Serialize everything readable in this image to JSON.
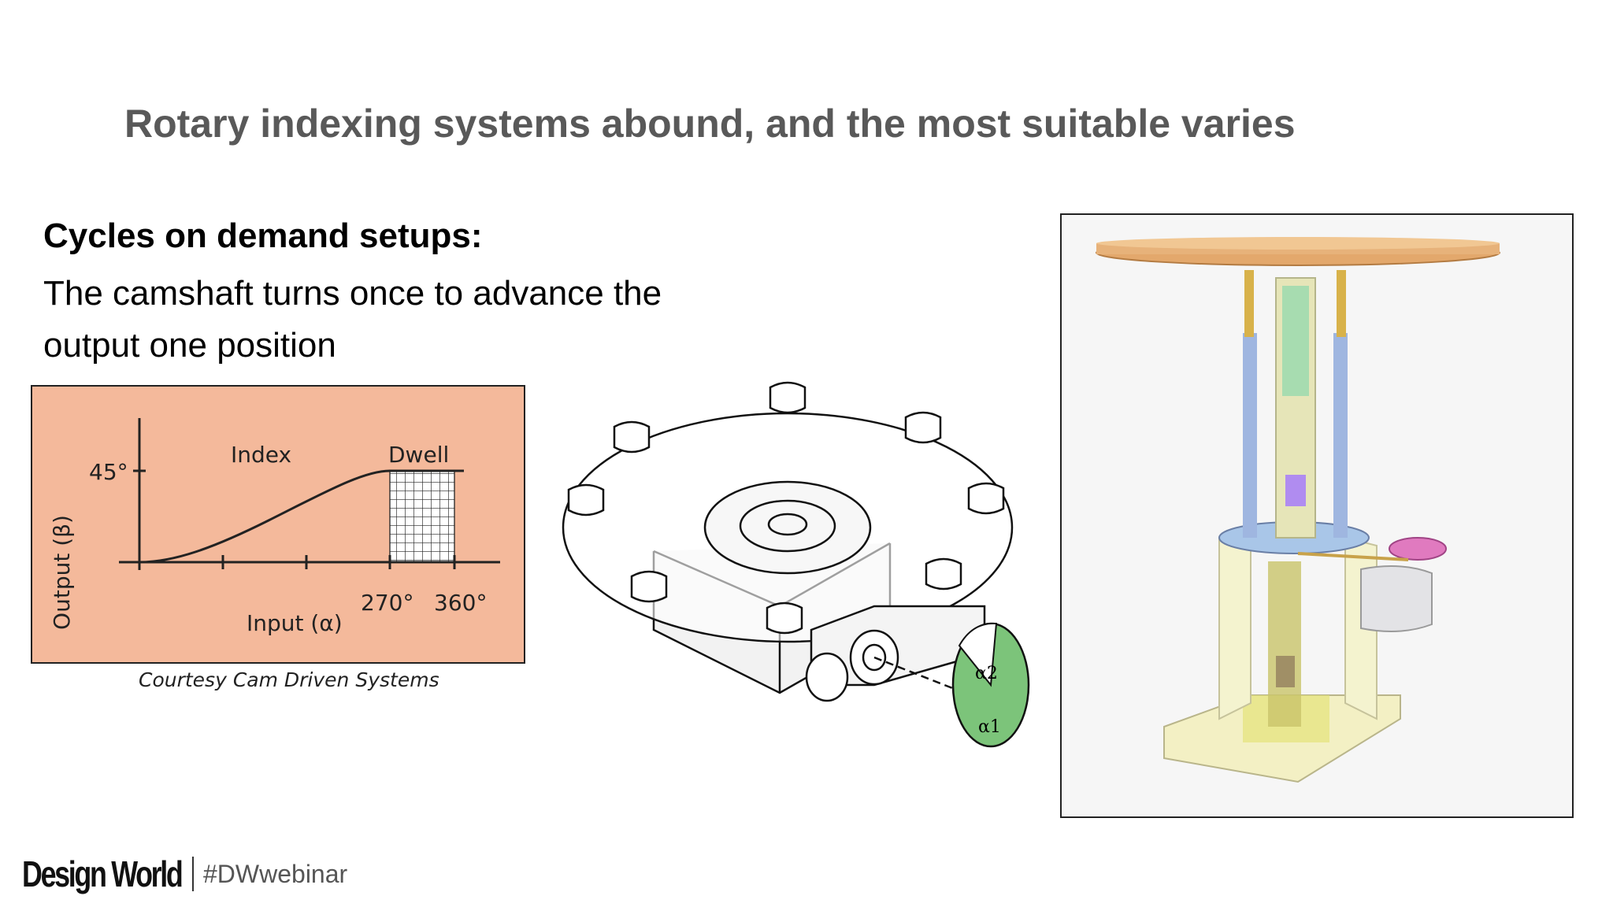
{
  "slide": {
    "title": "Rotary indexing systems abound, and the most suitable varies"
  },
  "content": {
    "heading": "Cycles on demand setups:",
    "body": "The camshaft turns once to advance the output one position"
  },
  "motion_graph": {
    "ylabel": "Output (β)",
    "xlabel": "Input (α)",
    "y_tick": "45°",
    "x_ticks": [
      "270°",
      "360°"
    ],
    "region_labels": [
      "Index",
      "Dwell"
    ],
    "background_color": "#f4b99b",
    "credit": "Courtesy Cam Driven Systems"
  },
  "indexer_diagram": {
    "cam_labels": [
      "α2",
      "α1"
    ],
    "cam_color": "#7cc47a"
  },
  "footer": {
    "logo": "Design World",
    "hashtag": "#DWwebinar"
  }
}
